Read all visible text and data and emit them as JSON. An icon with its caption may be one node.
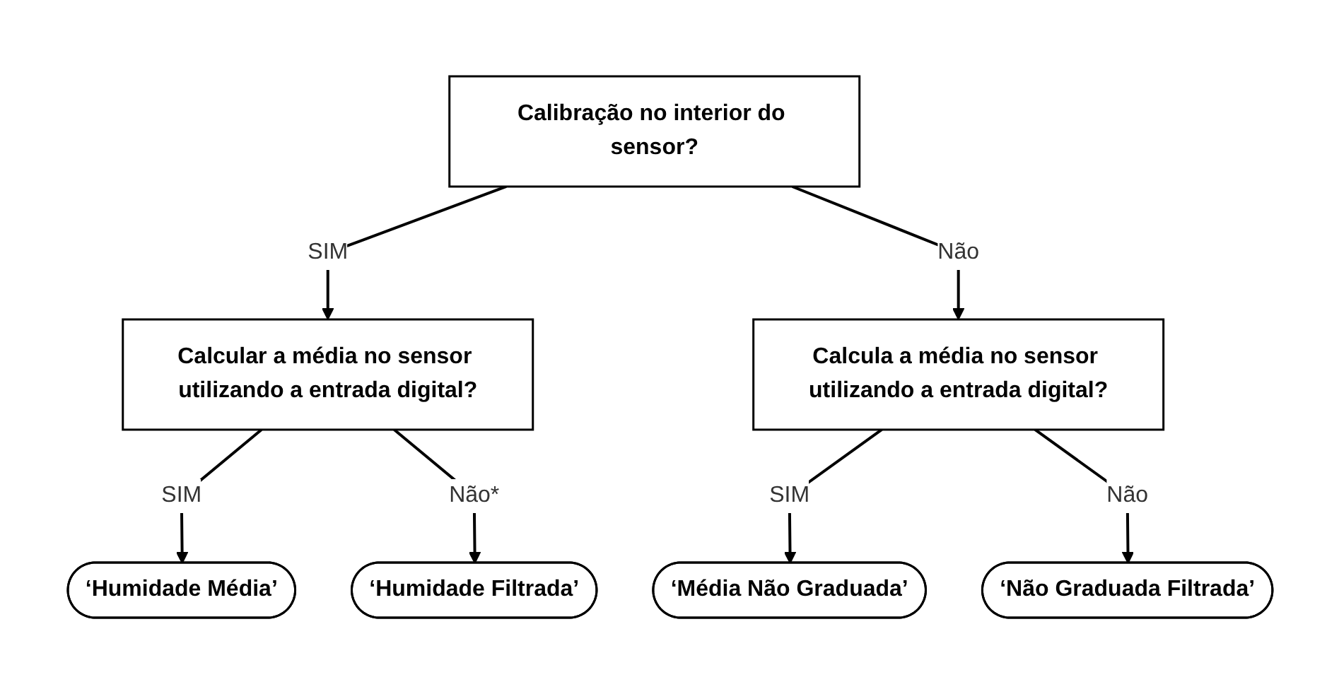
{
  "diagram": {
    "nodes": [
      {
        "text": [
          "Calibração no interior do sensor?"
        ]
      },
      {
        "text": [
          "Calcular a média no sensor utilizando a entrada digital?"
        ]
      },
      {
        "text": [
          "Calcula a média no sensor utilizando a entrada digital?"
        ]
      },
      {
        "text": [
          "‘Humidade Média’"
        ]
      },
      {
        "text": [
          "‘Humidade Filtrada’"
        ]
      },
      {
        "text": [
          "‘Média Não Graduada’"
        ]
      },
      {
        "text": [
          "‘Não Graduada Filtrada’"
        ]
      }
    ],
    "edges": [
      {
        "from": 0,
        "to": 1,
        "arrow": "to",
        "label": "SIM"
      },
      {
        "from": 0,
        "to": 2,
        "arrow": "to",
        "label": "Não"
      },
      {
        "from": 1,
        "to": 3,
        "arrow": "to",
        "label": "SIM"
      },
      {
        "from": 1,
        "to": 4,
        "arrow": "to",
        "label": "Não*"
      },
      {
        "from": 2,
        "to": 5,
        "arrow": "to",
        "label": "SIM"
      },
      {
        "from": 2,
        "to": 6,
        "arrow": "to",
        "label": "Não"
      }
    ]
  }
}
